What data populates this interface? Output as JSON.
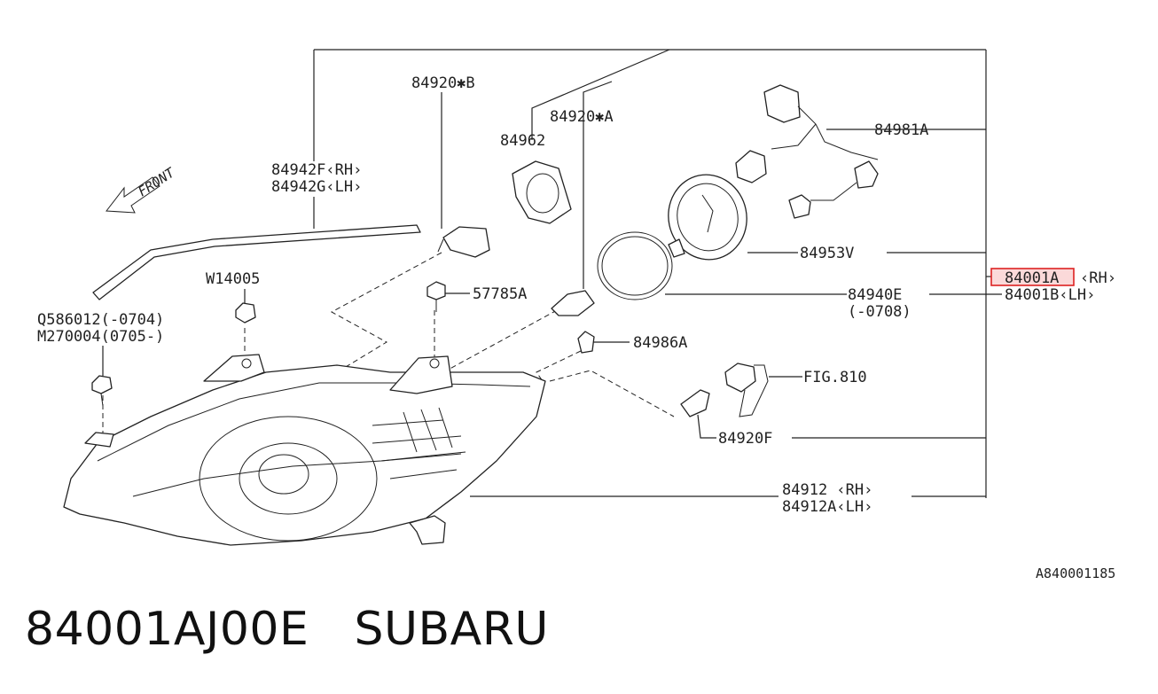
{
  "diagram": {
    "direction_label": "FRONT",
    "image_code": "A840001185",
    "labels": {
      "l84920B": "84920✱B",
      "l84920A": "84920✱A",
      "l84962": "84962",
      "l84981A": "84981A",
      "l84942F": "84942F‹RH›",
      "l84942G": "84942G‹LH›",
      "l84953V": "84953V",
      "l84001A": "84001A",
      "l84001A_side": "‹RH›",
      "l84001B": "84001B‹LH›",
      "l84940E": "84940E",
      "l84940E_date": "(-0708)",
      "lW14005": "W14005",
      "l57785A": "57785A",
      "lQ586012": "Q586012(-0704)",
      "lM270004": "M270004(0705-)",
      "l84986A": "84986A",
      "lFIG810": "FIG.810",
      "l84920F": "84920F",
      "l84912": "84912 ‹RH›",
      "l84912A": "84912A‹LH›"
    },
    "highlighted_part": "84001A",
    "highlight_color": "#d22222"
  },
  "footer": {
    "part_number": "84001AJ00E",
    "brand": "SUBARU",
    "title": "84001AJ00E   SUBARU"
  }
}
